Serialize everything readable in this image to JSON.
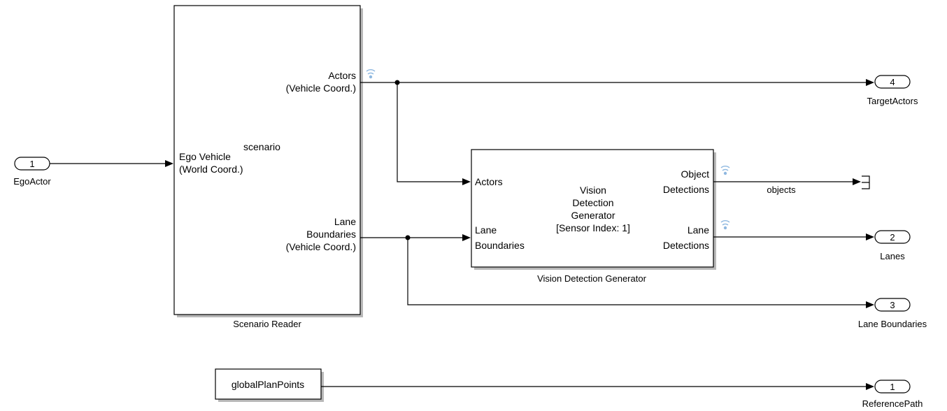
{
  "scenario_reader": {
    "name": "Scenario Reader",
    "center_label": "scenario",
    "in_port_line1": "Ego Vehicle",
    "in_port_line2": "(World Coord.)",
    "out_actors_line1": "Actors",
    "out_actors_line2": "(Vehicle Coord.)",
    "out_lanes_line1": "Lane",
    "out_lanes_line2": "Boundaries",
    "out_lanes_line3": "(Vehicle Coord.)"
  },
  "vision": {
    "name": "Vision Detection Generator",
    "center_line1": "Vision",
    "center_line2": "Detection",
    "center_line3": "Generator",
    "center_line4": "[Sensor Index: 1]",
    "in_actors": "Actors",
    "in_lanes_line1": "Lane",
    "in_lanes_line2": "Boundaries",
    "out_obj_line1": "Object",
    "out_obj_line2": "Detections",
    "out_lane_line1": "Lane",
    "out_lane_line2": "Detections"
  },
  "inports": [
    {
      "number": "1",
      "label": "EgoActor"
    }
  ],
  "outports": [
    {
      "number": "4",
      "label": "TargetActors"
    },
    {
      "number": "2",
      "label": "Lanes"
    },
    {
      "number": "3",
      "label": "Lane Boundaries"
    },
    {
      "number": "1",
      "label": "ReferencePath"
    }
  ],
  "signals": {
    "objects": "objects"
  },
  "constant_block": {
    "label": "globalPlanPoints"
  }
}
